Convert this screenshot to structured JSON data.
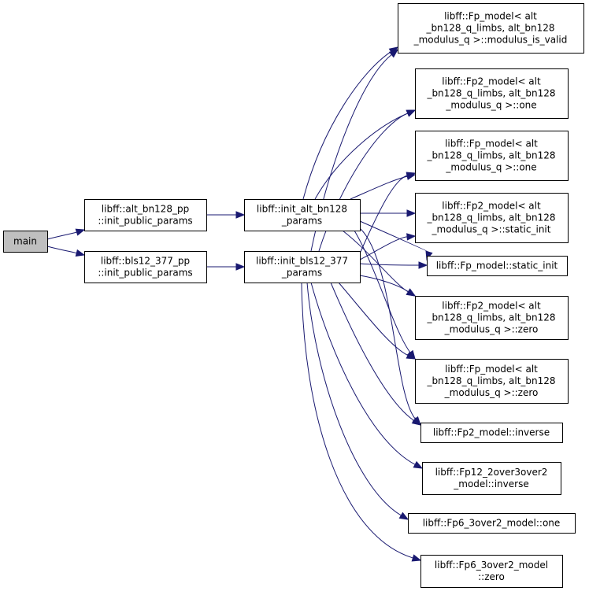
{
  "diagram": {
    "nodes": [
      {
        "id": "main",
        "lines": [
          "main"
        ],
        "root": true
      },
      {
        "id": "alt_pp",
        "lines": [
          "libff::alt_bn128_pp",
          "::init_public_params"
        ]
      },
      {
        "id": "bls_pp",
        "lines": [
          "libff::bls12_377_pp",
          "::init_public_params"
        ]
      },
      {
        "id": "init_alt",
        "lines": [
          "libff::init_alt_bn128",
          "_params"
        ]
      },
      {
        "id": "init_bls",
        "lines": [
          "libff::init_bls12_377",
          "_params"
        ]
      },
      {
        "id": "fp_valid",
        "lines": [
          "libff::Fp_model< alt",
          "_bn128_q_limbs, alt_bn128",
          "_modulus_q >::modulus_is_valid"
        ]
      },
      {
        "id": "fp2_one",
        "lines": [
          "libff::Fp2_model< alt",
          "_bn128_q_limbs, alt_bn128",
          "_modulus_q >::one"
        ]
      },
      {
        "id": "fp_one",
        "lines": [
          "libff::Fp_model< alt",
          "_bn128_q_limbs, alt_bn128",
          "_modulus_q >::one"
        ]
      },
      {
        "id": "fp2_static",
        "lines": [
          "libff::Fp2_model< alt",
          "_bn128_q_limbs, alt_bn128",
          "_modulus_q >::static_init"
        ]
      },
      {
        "id": "fp_static",
        "lines": [
          "libff::Fp_model::static_init"
        ]
      },
      {
        "id": "fp2_zero",
        "lines": [
          "libff::Fp2_model< alt",
          "_bn128_q_limbs, alt_bn128",
          "_modulus_q >::zero"
        ]
      },
      {
        "id": "fp_zero",
        "lines": [
          "libff::Fp_model< alt",
          "_bn128_q_limbs, alt_bn128",
          "_modulus_q >::zero"
        ]
      },
      {
        "id": "fp2_inv",
        "lines": [
          "libff::Fp2_model::inverse"
        ]
      },
      {
        "id": "fp12_inv",
        "lines": [
          "libff::Fp12_2over3over2",
          "_model::inverse"
        ]
      },
      {
        "id": "fp6_one",
        "lines": [
          "libff::Fp6_3over2_model::one"
        ]
      },
      {
        "id": "fp6_zero",
        "lines": [
          "libff::Fp6_3over2_model",
          "::zero"
        ]
      }
    ],
    "edges": [
      {
        "from": "main",
        "to": "alt_pp"
      },
      {
        "from": "main",
        "to": "bls_pp"
      },
      {
        "from": "alt_pp",
        "to": "init_alt"
      },
      {
        "from": "bls_pp",
        "to": "init_bls"
      },
      {
        "from": "init_alt",
        "to": "fp_valid"
      },
      {
        "from": "init_alt",
        "to": "fp2_one"
      },
      {
        "from": "init_alt",
        "to": "fp_one"
      },
      {
        "from": "init_alt",
        "to": "fp2_static"
      },
      {
        "from": "init_alt",
        "to": "fp_static"
      },
      {
        "from": "init_alt",
        "to": "fp2_zero"
      },
      {
        "from": "init_alt",
        "to": "fp_zero"
      },
      {
        "from": "init_alt",
        "to": "fp2_inv"
      },
      {
        "from": "init_bls",
        "to": "fp_valid"
      },
      {
        "from": "init_bls",
        "to": "fp2_one"
      },
      {
        "from": "init_bls",
        "to": "fp_one"
      },
      {
        "from": "init_bls",
        "to": "fp2_static"
      },
      {
        "from": "init_bls",
        "to": "fp_static"
      },
      {
        "from": "init_bls",
        "to": "fp2_zero"
      },
      {
        "from": "init_bls",
        "to": "fp_zero"
      },
      {
        "from": "init_bls",
        "to": "fp2_inv"
      },
      {
        "from": "init_bls",
        "to": "fp12_inv"
      },
      {
        "from": "init_bls",
        "to": "fp6_one"
      },
      {
        "from": "init_bls",
        "to": "fp6_zero"
      }
    ],
    "colors": {
      "edge": "#191970",
      "root_fill": "#bfbfbf",
      "node_fill": "#ffffff",
      "border": "#000000"
    }
  }
}
